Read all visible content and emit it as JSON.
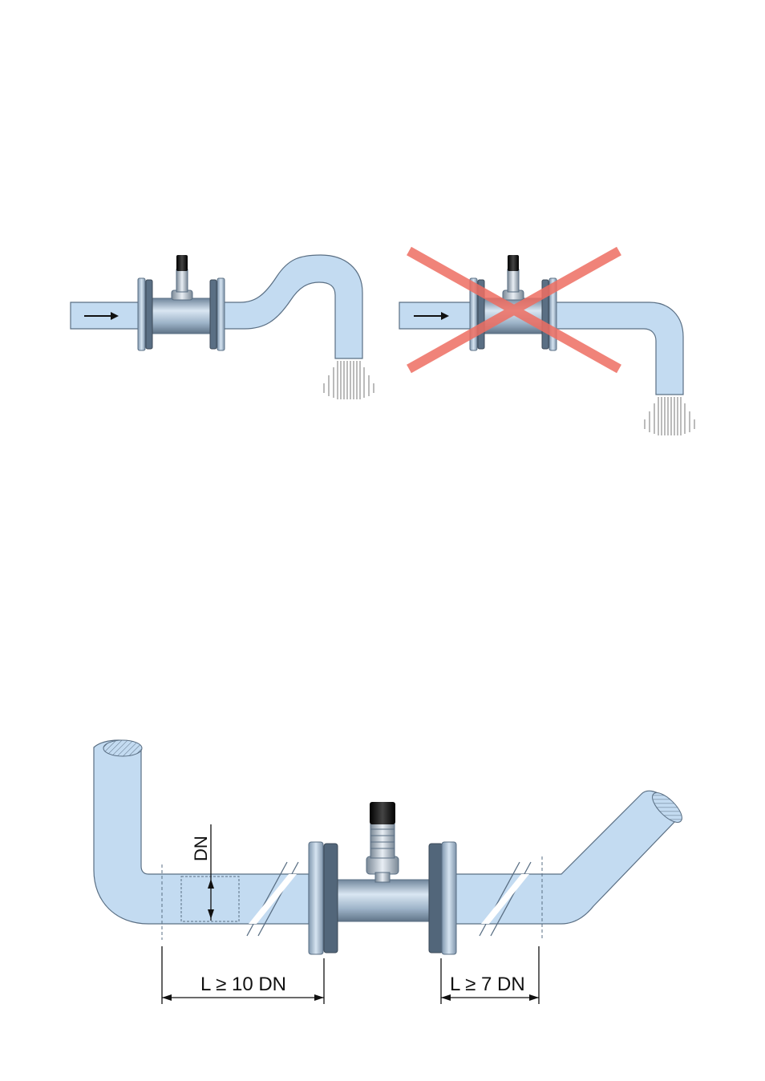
{
  "colors": {
    "pipe_fill": "#c3dbf1",
    "pipe_stroke": "#5a6f84",
    "meter_body": "#8fa8bf",
    "flange": "#a9c3da",
    "sensor_cap": "#1a1a1a",
    "cross": "#ee6e62",
    "dim_line": "#111111"
  },
  "diagrams": [
    {
      "id": "correct-install",
      "status": "ok",
      "flow_direction": "right"
    },
    {
      "id": "wrong-install",
      "status": "not-allowed",
      "flow_direction": "right"
    }
  ],
  "dimensions": {
    "diameter_label": "DN",
    "upstream_label": "L ≥ 10 DN",
    "downstream_label": "L ≥ 7 DN"
  }
}
